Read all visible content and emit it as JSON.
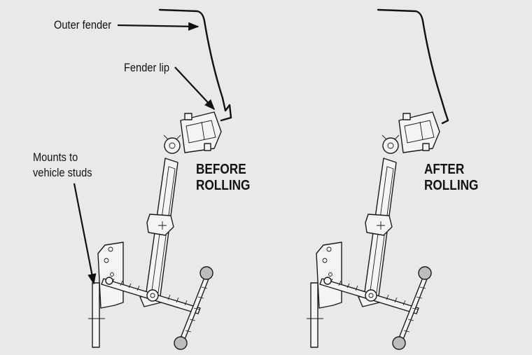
{
  "labels": {
    "outer_fender": "Outer fender",
    "fender_lip": "Fender lip",
    "mounts_line1": "Mounts to",
    "mounts_line2": "vehicle studs"
  },
  "panels": [
    {
      "title_line1": "BEFORE",
      "title_line2": "ROLLING"
    },
    {
      "title_line1": "AFTER",
      "title_line2": "ROLLING"
    }
  ]
}
